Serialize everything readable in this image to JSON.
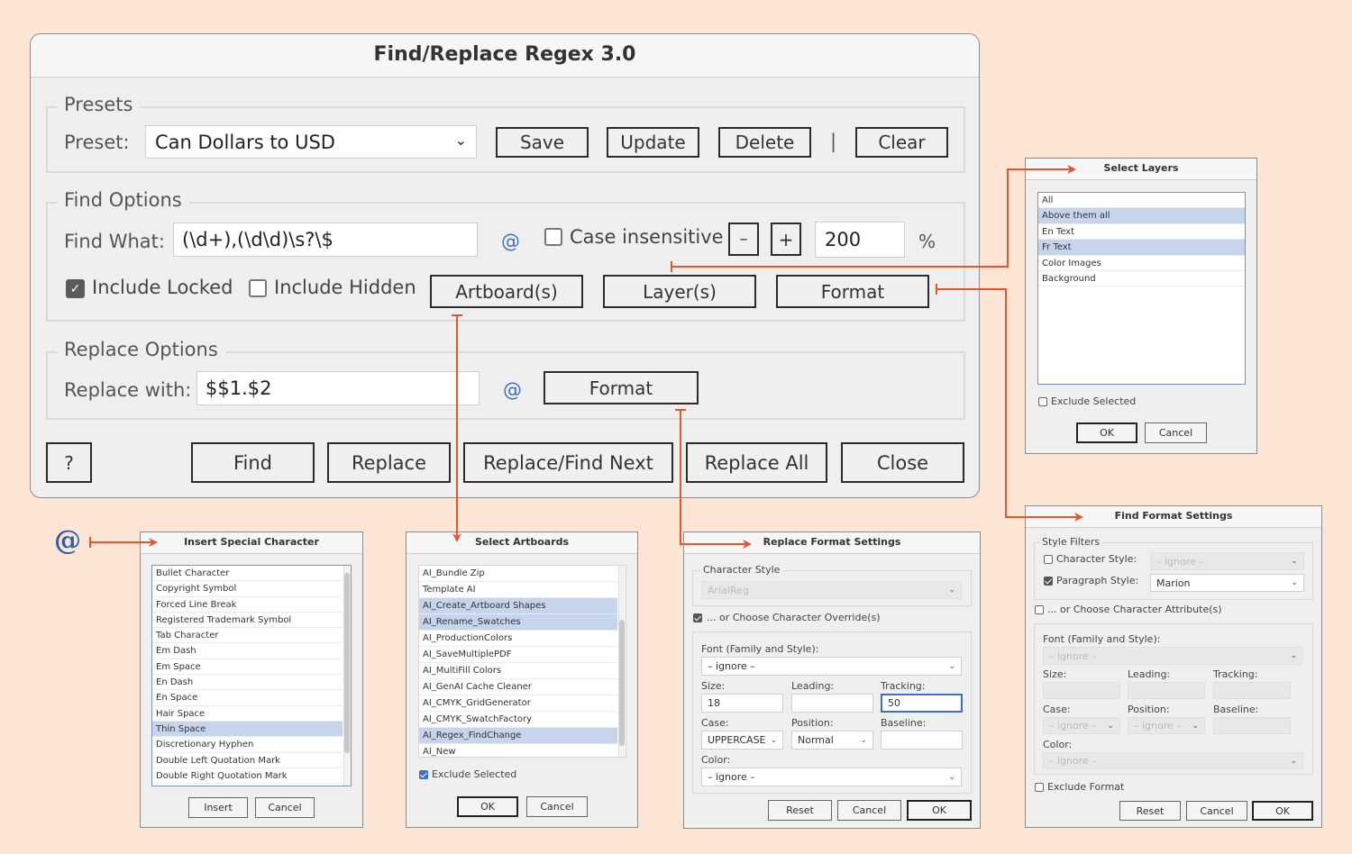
{
  "main": {
    "title": "Find/Replace Regex 3.0",
    "presets": {
      "group_label": "Presets",
      "preset_label": "Preset:",
      "preset_value": "Can Dollars to USD",
      "save": "Save",
      "update": "Update",
      "delete": "Delete",
      "separator": "|",
      "clear": "Clear"
    },
    "find_options": {
      "group_label": "Find Options",
      "find_what_label": "Find What:",
      "find_what_value": "(\\d+),(\\d\\d)\\s?\\$",
      "at": "@",
      "case_insensitive": "Case insensitive",
      "minus": "–",
      "plus": "+",
      "size_value": "200",
      "percent": "%",
      "include_locked": "Include Locked",
      "include_hidden": "Include Hidden",
      "artboards": "Artboard(s)",
      "layers": "Layer(s)",
      "format": "Format"
    },
    "replace_options": {
      "group_label": "Replace Options",
      "replace_label": "Replace with:",
      "replace_value": "$$1.$2",
      "at": "@",
      "format": "Format"
    },
    "footer": {
      "help": "?",
      "find": "Find",
      "replace": "Replace",
      "replace_find_next": "Replace/Find Next",
      "replace_all": "Replace All",
      "close": "Close"
    }
  },
  "select_layers": {
    "title": "Select Layers",
    "items": [
      "All",
      "Above them all",
      "En Text",
      "Fr Text",
      "Color Images",
      "Background"
    ],
    "exclude": "Exclude Selected",
    "ok": "OK",
    "cancel": "Cancel"
  },
  "special_char": {
    "at_symbol": "@",
    "title": "Insert Special Character",
    "items": [
      "Bullet Character",
      "Copyright Symbol",
      "Forced Line Break",
      "Registered Trademark Symbol",
      "Tab Character",
      "Em Dash",
      "Em Space",
      "En Dash",
      "En Space",
      "Hair Space",
      "Thin Space",
      "Discretionary Hyphen",
      "Double Left Quotation Mark",
      "Double Right Quotation Mark"
    ],
    "insert": "Insert",
    "cancel": "Cancel"
  },
  "select_artboards": {
    "title": "Select Artboards",
    "items": [
      "AI_Bundle Zip",
      "Template AI",
      "AI_Create_Artboard Shapes",
      "AI_Rename_Swatches",
      "AI_ProductionColors",
      "AI_SaveMultiplePDF",
      "AI_MultiFill Colors",
      "AI_GenAI Cache Cleaner",
      "AI_CMYK_GridGenerator",
      "AI_CMYK_SwatchFactory",
      "AI_Regex_FindChange",
      "AI_New"
    ],
    "exclude": "Exclude Selected",
    "ok": "OK",
    "cancel": "Cancel"
  },
  "replace_format": {
    "title": "Replace Format Settings",
    "char_style_label": "Character Style",
    "char_style_value": "ArialReg",
    "override_label": "... or Choose Character Override(s)",
    "font_label": "Font (Family and Style):",
    "font_value": "– ignore –",
    "size_label": "Size:",
    "size_value": "18",
    "leading_label": "Leading:",
    "leading_value": "",
    "tracking_label": "Tracking:",
    "tracking_value": "50",
    "case_label": "Case:",
    "case_value": "UPPERCASE",
    "position_label": "Position:",
    "position_value": "Normal",
    "baseline_label": "Baseline:",
    "baseline_value": "",
    "color_label": "Color:",
    "color_value": "– ignore –",
    "reset": "Reset",
    "cancel": "Cancel",
    "ok": "OK"
  },
  "find_format": {
    "title": "Find Format Settings",
    "style_filters": "Style Filters",
    "char_style_label": "Character Style:",
    "char_style_value": "– ignore –",
    "para_style_label": "Paragraph Style:",
    "para_style_value": "Marion",
    "char_attr_label": "... or Choose Character Attribute(s)",
    "font_label": "Font (Family and Style):",
    "font_value": "– ignore –",
    "size_label": "Size:",
    "leading_label": "Leading:",
    "tracking_label": "Tracking:",
    "case_label": "Case:",
    "case_value": "– ignore –",
    "position_label": "Position:",
    "position_value": "– ignore –",
    "baseline_label": "Baseline:",
    "color_label": "Color:",
    "color_value": "– ignore –",
    "exclude_format": "Exclude Format",
    "reset": "Reset",
    "cancel": "Cancel",
    "ok": "OK"
  },
  "colors": {
    "background": "#fde5d6",
    "arrow": "#e8552a",
    "accent_blue": "#3d70c9",
    "selection": "#c6d4ec"
  }
}
